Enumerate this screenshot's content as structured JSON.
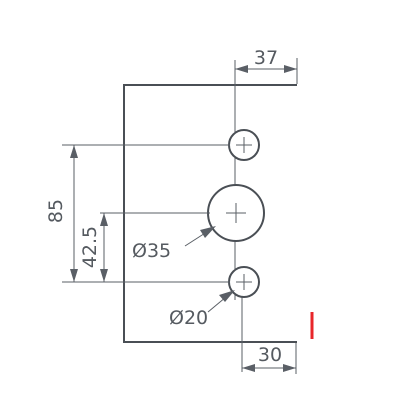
{
  "dimensions": {
    "top_width": "37",
    "bottom_width": "30",
    "overall_height": "85",
    "center_height": "42.5",
    "large_hole_diameter": "Ø35",
    "small_hole_diameter": "Ø20"
  },
  "colors": {
    "outline": "#4a4f55",
    "dimension": "#5a5f66",
    "marker": "#e8262a",
    "background": "#ffffff"
  }
}
